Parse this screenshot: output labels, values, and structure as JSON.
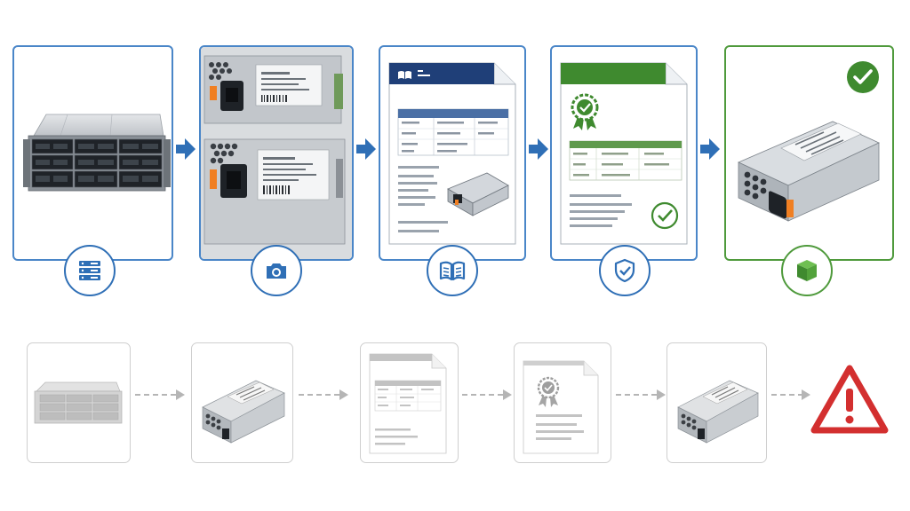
{
  "colors": {
    "process_blue": "#2f6fb6",
    "verified_green": "#4f9a3c",
    "warning_red": "#d32f2f",
    "connector_orange": "#f07f22",
    "muted_grey": "#bdbdbd"
  },
  "verified_chain": {
    "steps": [
      {
        "subject": "rack-server",
        "badge_icon": "server-stack-icon"
      },
      {
        "subject": "power-supply-photos",
        "badge_icon": "camera-icon"
      },
      {
        "subject": "datasheet-document",
        "badge_icon": "open-book-icon"
      },
      {
        "subject": "certificate-document",
        "badge_icon": "shield-check-icon"
      },
      {
        "subject": "verified-power-supply",
        "badge_icon": "package-box-icon",
        "status_icon": "check-circle-icon"
      }
    ],
    "connector_icon": "arrow-right-icon"
  },
  "unverified_chain": {
    "steps": [
      {
        "subject": "rack-server"
      },
      {
        "subject": "power-supply"
      },
      {
        "subject": "datasheet-document"
      },
      {
        "subject": "certificate-document"
      },
      {
        "subject": "power-supply"
      }
    ],
    "connector_icon": "dashed-arrow-icon",
    "result_icon": "warning-triangle-icon"
  }
}
